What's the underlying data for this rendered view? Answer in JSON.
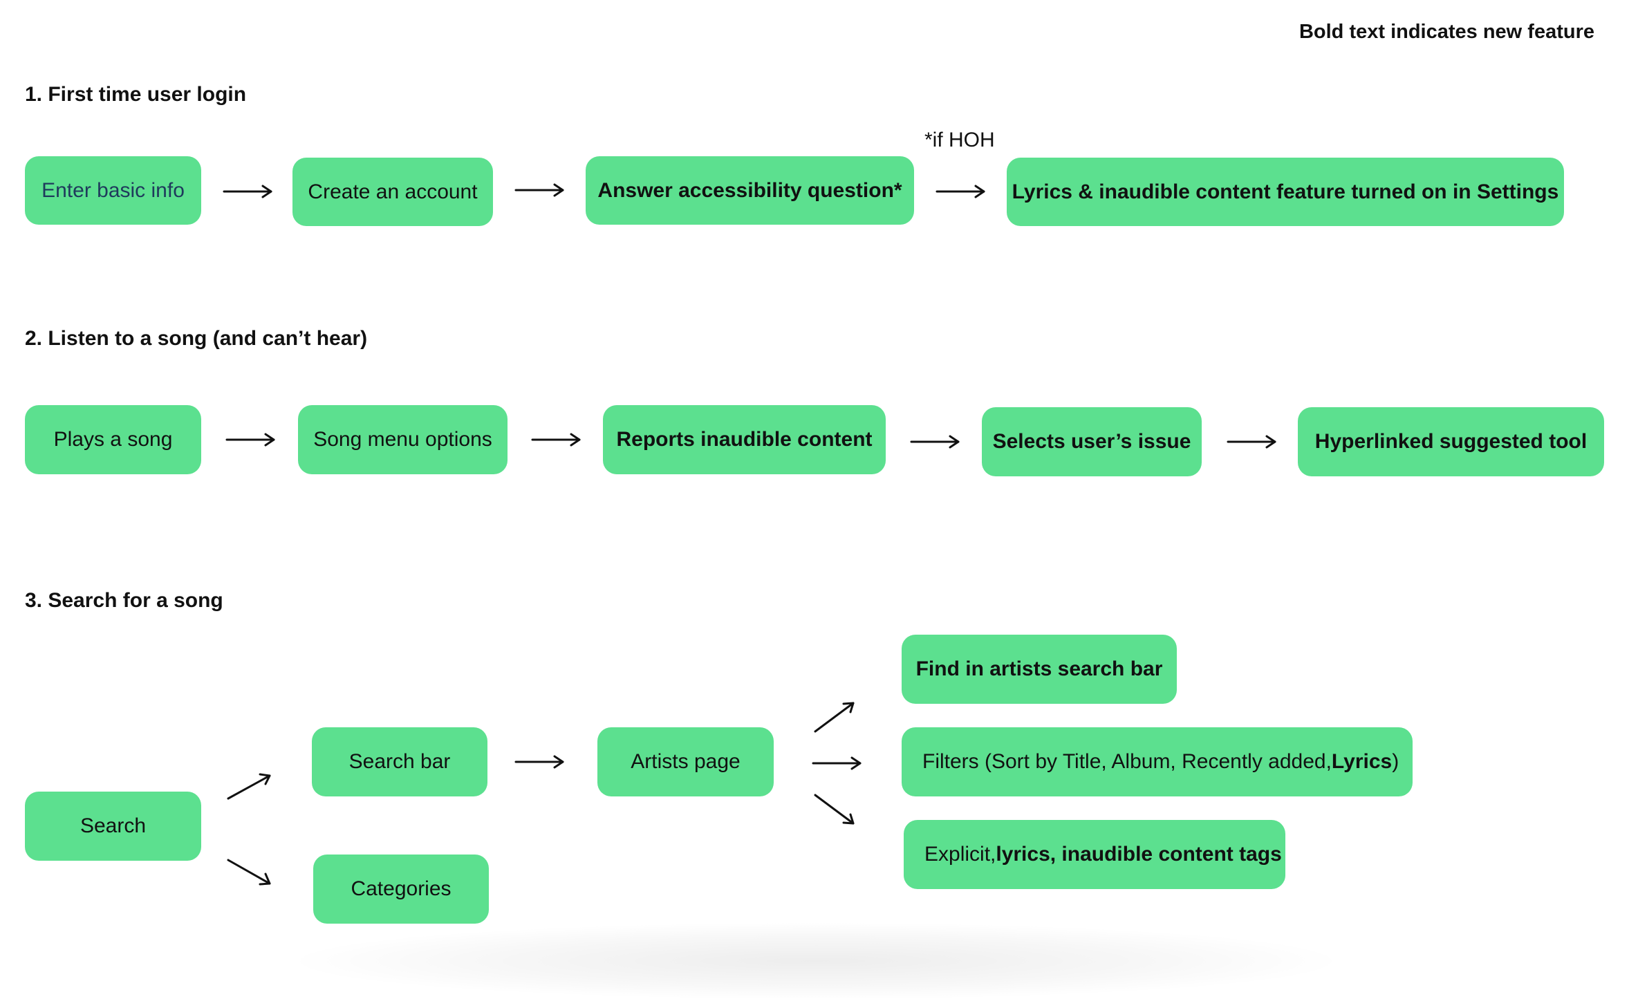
{
  "legend_note": "Bold text indicates new feature",
  "flow1": {
    "title": "1. First time user login",
    "condition_note": "*if HOH",
    "steps": [
      "Enter basic info",
      "Create an account",
      "Answer accessibility question*",
      "Lyrics & inaudible content feature turned on in Settings"
    ]
  },
  "flow2": {
    "title": "2. Listen to a song (and can’t hear)",
    "steps": [
      "Plays a song",
      "Song menu options",
      "Reports inaudible content",
      "Selects user’s issue",
      "Hyperlinked suggested tool"
    ]
  },
  "flow3": {
    "title": "3. Search for a song",
    "search": "Search",
    "search_bar": "Search bar",
    "categories": "Categories",
    "artists_page": "Artists page",
    "find_in_artists": "Find in artists search bar",
    "filters_prefix": "Filters (Sort by Title, Album, Recently added, ",
    "filters_bold": "Lyrics",
    "filters_suffix": ")",
    "tags_prefix": "Explicit, ",
    "tags_bold": "lyrics, inaudible content tags"
  },
  "colors": {
    "box": "#5ce08f",
    "text": "#111111",
    "link_text": "#1f3a5c"
  }
}
